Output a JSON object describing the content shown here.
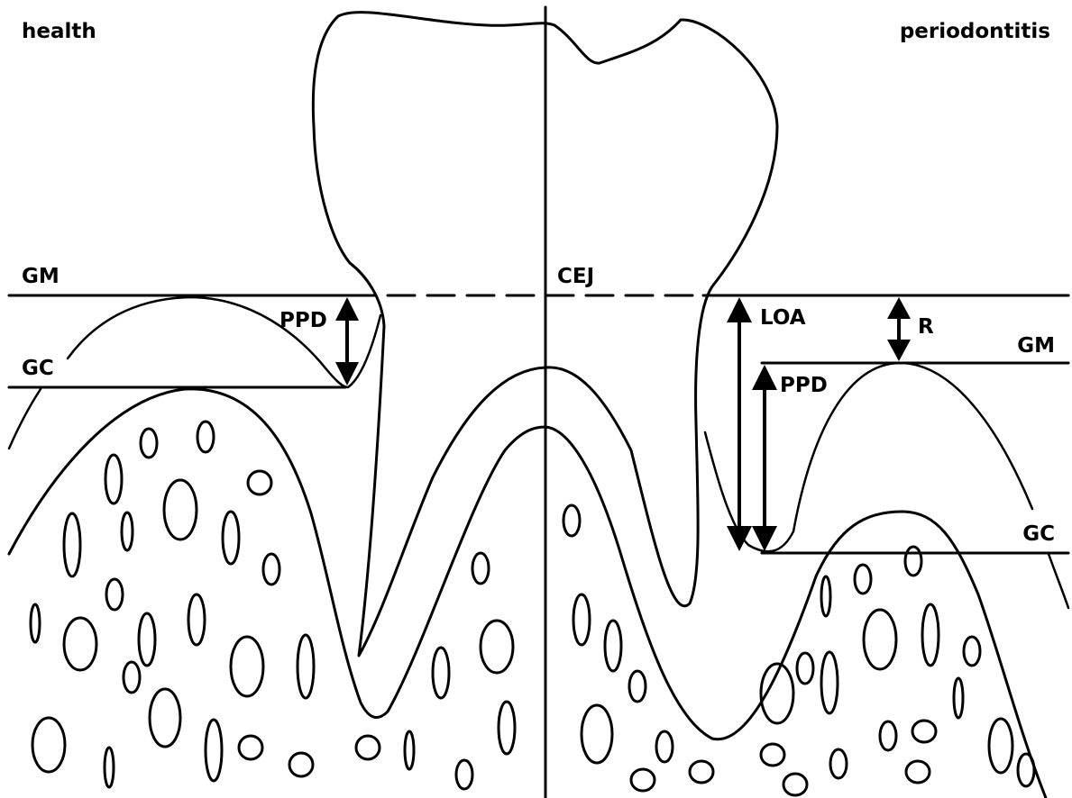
{
  "labels": {
    "health": "health",
    "periodontitis": "periodontitis",
    "gm_left": "GM",
    "gc_left": "GC",
    "ppd_left": "PPD",
    "cej": "CEJ",
    "loa": "LOA",
    "r": "R",
    "gm_right": "GM",
    "ppd_right": "PPD",
    "gc_right": "GC"
  }
}
